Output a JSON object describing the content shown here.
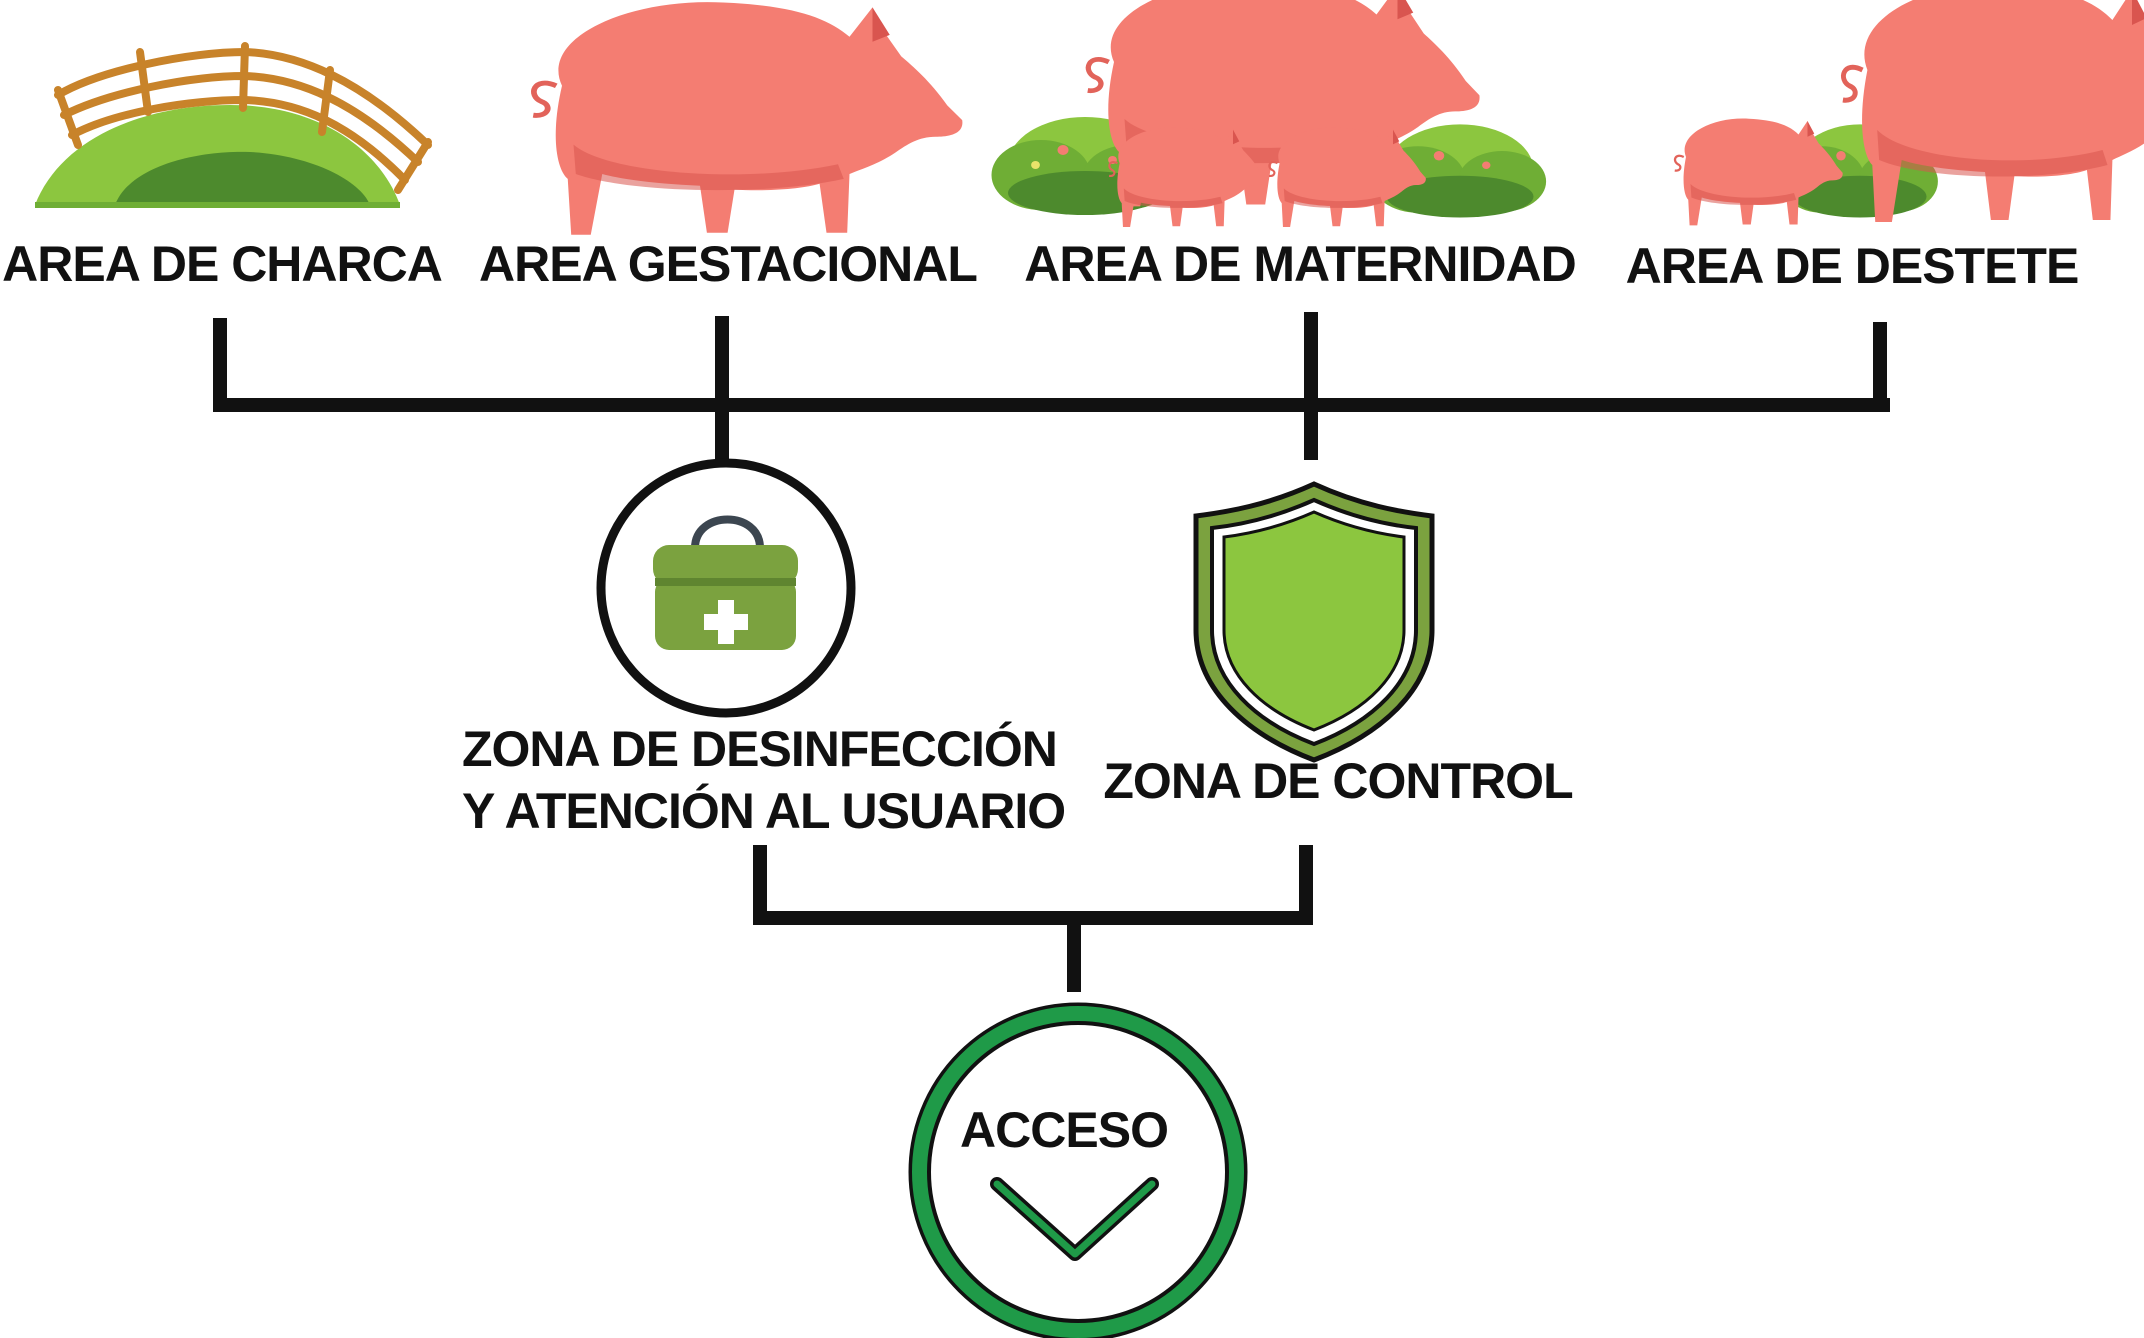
{
  "areas": {
    "charca": {
      "label": "AREA DE CHARCA",
      "icon": "fence-meadow-icon"
    },
    "gestacional": {
      "label": "AREA GESTACIONAL",
      "icon": "pig-icon"
    },
    "maternidad": {
      "label": "AREA DE MATERNIDAD",
      "icon": "sow-with-piglets-icon"
    },
    "destete": {
      "label": "AREA DE DESTETE",
      "icon": "sow-and-weaned-piglet-icon"
    }
  },
  "zones": {
    "desinfeccion": {
      "line1": "ZONA DE DESINFECCIÓN",
      "line2": "Y ATENCIÓN AL USUARIO",
      "icon": "first-aid-kit-icon"
    },
    "control": {
      "label": "ZONA DE CONTROL",
      "icon": "shield-icon"
    }
  },
  "access": {
    "label": "ACCESO",
    "icon": "chevron-down-icon"
  },
  "colors": {
    "pig": "#f47d72",
    "pig_shadow": "#d9554f",
    "grass": "#8cc63f",
    "grass_dark": "#4d8a2d",
    "fence": "#c8832a",
    "kit": "#7ba23f",
    "shield": "#8cc63f",
    "access_ring": "#1f9a48",
    "line": "#111111"
  }
}
